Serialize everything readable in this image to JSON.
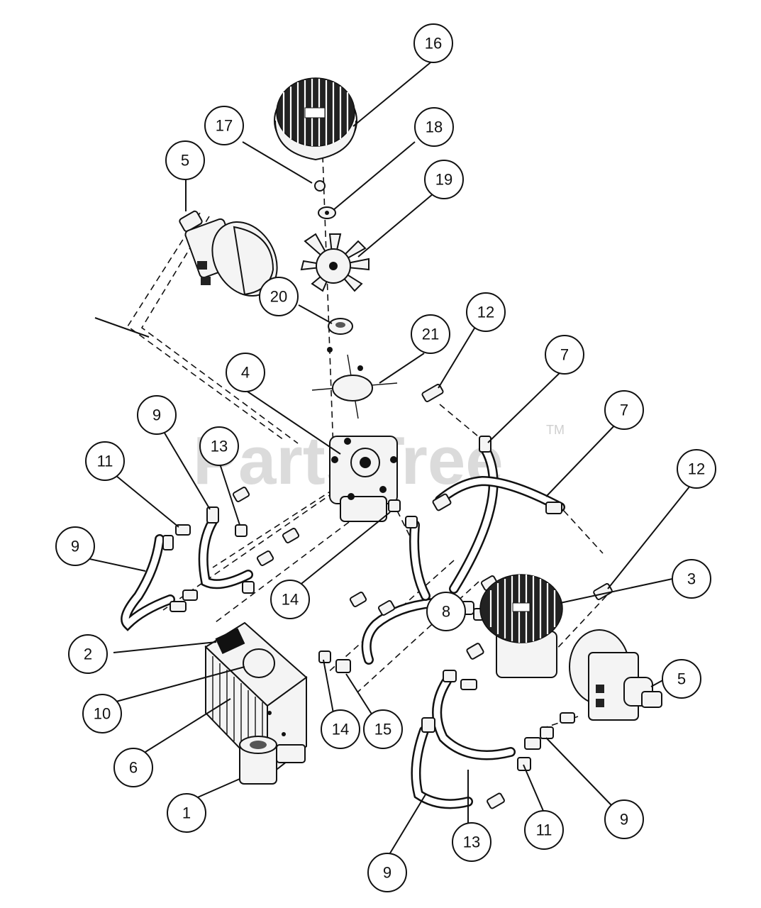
{
  "watermark": {
    "text": "PartsTree",
    "trademark": "TM"
  },
  "callouts": [
    {
      "label": "1"
    },
    {
      "label": "2"
    },
    {
      "label": "3"
    },
    {
      "label": "4"
    },
    {
      "label": "5"
    },
    {
      "label": "5"
    },
    {
      "label": "6"
    },
    {
      "label": "7"
    },
    {
      "label": "7"
    },
    {
      "label": "8"
    },
    {
      "label": "9"
    },
    {
      "label": "9"
    },
    {
      "label": "9"
    },
    {
      "label": "9"
    },
    {
      "label": "10"
    },
    {
      "label": "11"
    },
    {
      "label": "11"
    },
    {
      "label": "12"
    },
    {
      "label": "12"
    },
    {
      "label": "13"
    },
    {
      "label": "13"
    },
    {
      "label": "14"
    },
    {
      "label": "14"
    },
    {
      "label": "15"
    },
    {
      "label": "16"
    },
    {
      "label": "17"
    },
    {
      "label": "18"
    },
    {
      "label": "19"
    },
    {
      "label": "20"
    },
    {
      "label": "21"
    }
  ]
}
